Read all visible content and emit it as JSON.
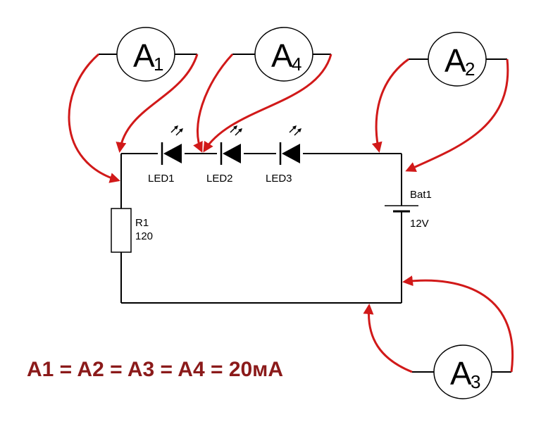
{
  "components": {
    "led1": "LED1",
    "led2": "LED2",
    "led3": "LED3",
    "resistor": {
      "name": "R1",
      "value": "120"
    },
    "battery": {
      "name": "Bat1",
      "value": "12V"
    }
  },
  "ammeters": {
    "a1": {
      "letter": "A",
      "index": "1"
    },
    "a2": {
      "letter": "A",
      "index": "2"
    },
    "a3": {
      "letter": "A",
      "index": "3"
    },
    "a4": {
      "letter": "A",
      "index": "4"
    }
  },
  "formula": "A1 = A2 = A3 = A4 = 20мА",
  "colors": {
    "probe": "#d11919",
    "formula": "#8b1a1a",
    "wire": "#000000"
  }
}
